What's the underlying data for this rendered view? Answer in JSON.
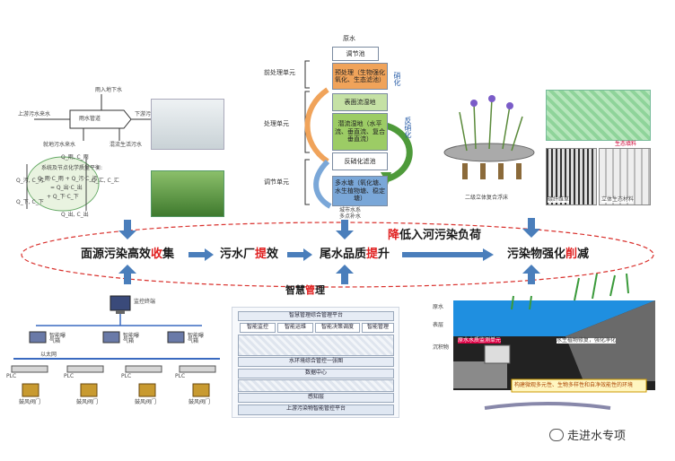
{
  "top_left": {
    "labels": [
      "雨入地下水",
      "上游污水来水",
      "雨水管道",
      "下游污水来水",
      "就地污水来水",
      "混流生活污水"
    ],
    "equations": [
      "Q_雨, C_雨",
      "Q_污, C_污",
      "Q_下, C_下",
      "Q_汇, C_汇",
      "Q_出, C_出"
    ],
    "formula_title": "系统及节点化学质量平衡:",
    "formulas": [
      "Q_雨·C_雨 + Q_污·C_污",
      "= Q_出·C_出",
      "+ Q_下·C_下"
    ]
  },
  "center_top": {
    "inlet_label": "原水",
    "regulator_label": "调节池",
    "pre_label": "前处理单元",
    "treat_label": "处理单元",
    "adjust_label": "调节单元",
    "nitrification": "硝化",
    "denitrification": "反硝化",
    "stages": [
      {
        "text": "预处理（生物强化氧化、生态滤池）"
      },
      {
        "text": "表面流湿地"
      },
      {
        "text": "潜流湿地（水平流、垂直流、复合垂直流）"
      },
      {
        "text": "反硝化滤池"
      },
      {
        "text": "多水塘（氧化塘、水生植物塘、稳定塘）"
      }
    ],
    "outlet_labels": [
      "城市水系",
      "多点补水"
    ]
  },
  "top_right": {
    "labels": [
      "生态填料",
      "二级立体复合浮床",
      "碳纤维草",
      "立体生态材料"
    ]
  },
  "chain": {
    "step1_pre": "面源污染高效",
    "step1_red": "收",
    "step1_post": "集",
    "step2_pre": "污水厂",
    "step2_red": "提",
    "step2_post": "效",
    "step3_pre": "尾水品质",
    "step3_red": "提",
    "step3_post": "升",
    "step4_red": "降",
    "step4_post": "低入河污染负荷",
    "step5_pre": "污染物强化",
    "step5_red": "削",
    "step5_post": "减",
    "smart_pre": "智慧",
    "smart_red": "管",
    "smart_post": "理"
  },
  "bottom_left": {
    "monitor_label": "监控终端",
    "ethernet": "以太网",
    "plc": [
      "PLC",
      "PLC",
      "PLC",
      "PLC"
    ],
    "ctrl": [
      "智能曝气箱",
      "智能曝气箱",
      "智能曝气箱"
    ],
    "valves": [
      "鼓风阀门",
      "鼓风阀门",
      "鼓风阀门",
      "鼓风阀门"
    ]
  },
  "bottom_center": {
    "rows": [
      "智慧管理综合管理平台",
      "智能监控",
      "智能运维",
      "智能决策调度",
      "智能管理",
      "水环境综合管控一张图",
      "数据中心",
      "感知层"
    ],
    "footer": "上游污染物智能管控平台"
  },
  "bottom_right": {
    "labels": [
      "原水",
      "表层",
      "沉积物",
      "原水水质监测单元",
      "水生植物修复，强化净化"
    ],
    "callout": "构建微观多元性、生物多样性和自净效能性的环境"
  },
  "watermark": {
    "text": "走进水专项"
  },
  "colors": {
    "arrow_blue": "#4a7ebb",
    "accent_red": "#e02020",
    "dash_red": "#d9302c",
    "green": "#4e9a3a",
    "stage_orange": "#f0a35a",
    "stage_green": "#9ccc65",
    "stage_lightgreen": "#c5e1a5",
    "stage_blue": "#7aa7d8"
  }
}
